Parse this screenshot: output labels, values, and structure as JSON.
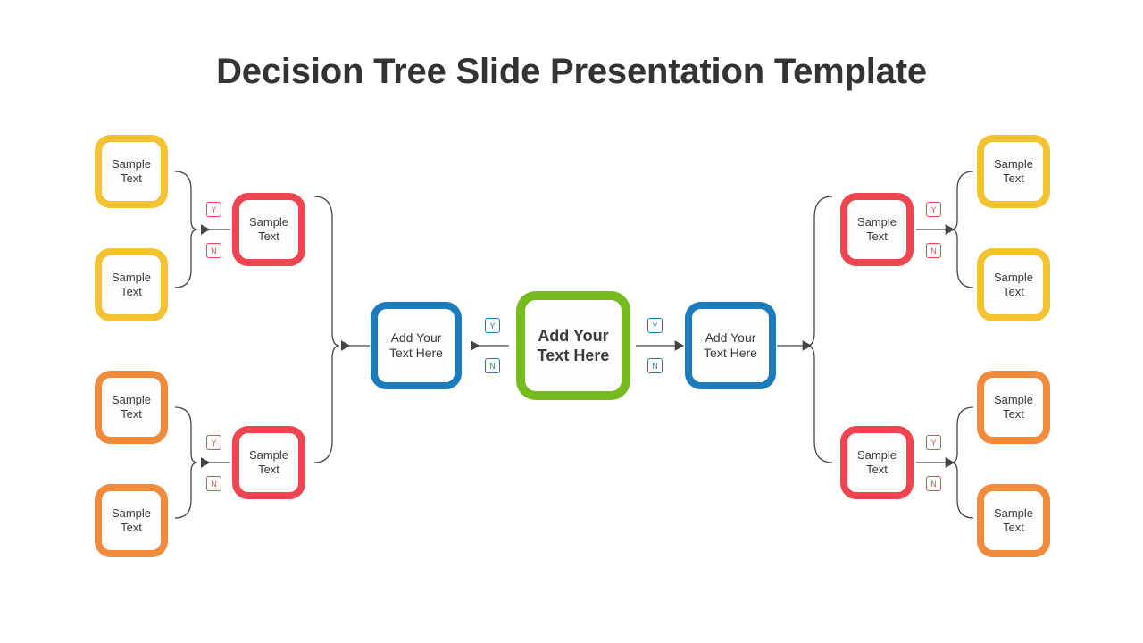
{
  "slide": {
    "title": "Decision Tree Slide Presentation Template",
    "background": "#ffffff"
  },
  "colors": {
    "title": "#333333",
    "green": "#76BC21",
    "blue": "#1C7BB8",
    "red": "#EF4550",
    "gold": "#F2C230",
    "orange": "#F08A3C",
    "connector": "#444444",
    "node_fill": "#fdfdfd"
  },
  "nodes": {
    "root": {
      "label": "Add Your\nText Here",
      "line1": "Add Your",
      "line2": "Text Here",
      "color": "green"
    },
    "left_branch": {
      "label": "Add Your Text Here",
      "line1": "Add Your",
      "line2": "Text Here",
      "color": "blue"
    },
    "right_branch": {
      "label": "Add Your Text Here",
      "line1": "Add Your",
      "line2": "Text Here",
      "color": "blue"
    },
    "decision_left_top": {
      "line1": "Sample",
      "line2": "Text",
      "color": "red"
    },
    "decision_left_bottom": {
      "line1": "Sample",
      "line2": "Text",
      "color": "red"
    },
    "decision_right_top": {
      "line1": "Sample",
      "line2": "Text",
      "color": "red"
    },
    "decision_right_bottom": {
      "line1": "Sample",
      "line2": "Text",
      "color": "red"
    },
    "leaf_left_1": {
      "line1": "Sample",
      "line2": "Text",
      "color": "gold"
    },
    "leaf_left_2": {
      "line1": "Sample",
      "line2": "Text",
      "color": "gold"
    },
    "leaf_left_3": {
      "line1": "Sample",
      "line2": "Text",
      "color": "orange"
    },
    "leaf_left_4": {
      "line1": "Sample",
      "line2": "Text",
      "color": "orange"
    },
    "leaf_right_1": {
      "line1": "Sample",
      "line2": "Text",
      "color": "gold"
    },
    "leaf_right_2": {
      "line1": "Sample",
      "line2": "Text",
      "color": "gold"
    },
    "leaf_right_3": {
      "line1": "Sample",
      "line2": "Text",
      "color": "orange"
    },
    "leaf_right_4": {
      "line1": "Sample",
      "line2": "Text",
      "color": "orange"
    }
  },
  "badges": {
    "yes": "Y",
    "no": "N",
    "root_left": {
      "yes": "Y",
      "no": "N",
      "color": "blue"
    },
    "root_right": {
      "yes": "Y",
      "no": "N",
      "color": "blue"
    },
    "dec_left_top": {
      "yes": "Y",
      "no": "N",
      "color": "red"
    },
    "dec_left_bottom": {
      "yes": "Y",
      "no": "N",
      "color": "red"
    },
    "dec_right_top": {
      "yes": "Y",
      "no": "N",
      "color": "red"
    },
    "dec_right_bottom": {
      "yes": "Y",
      "no": "N",
      "color": "red"
    }
  }
}
